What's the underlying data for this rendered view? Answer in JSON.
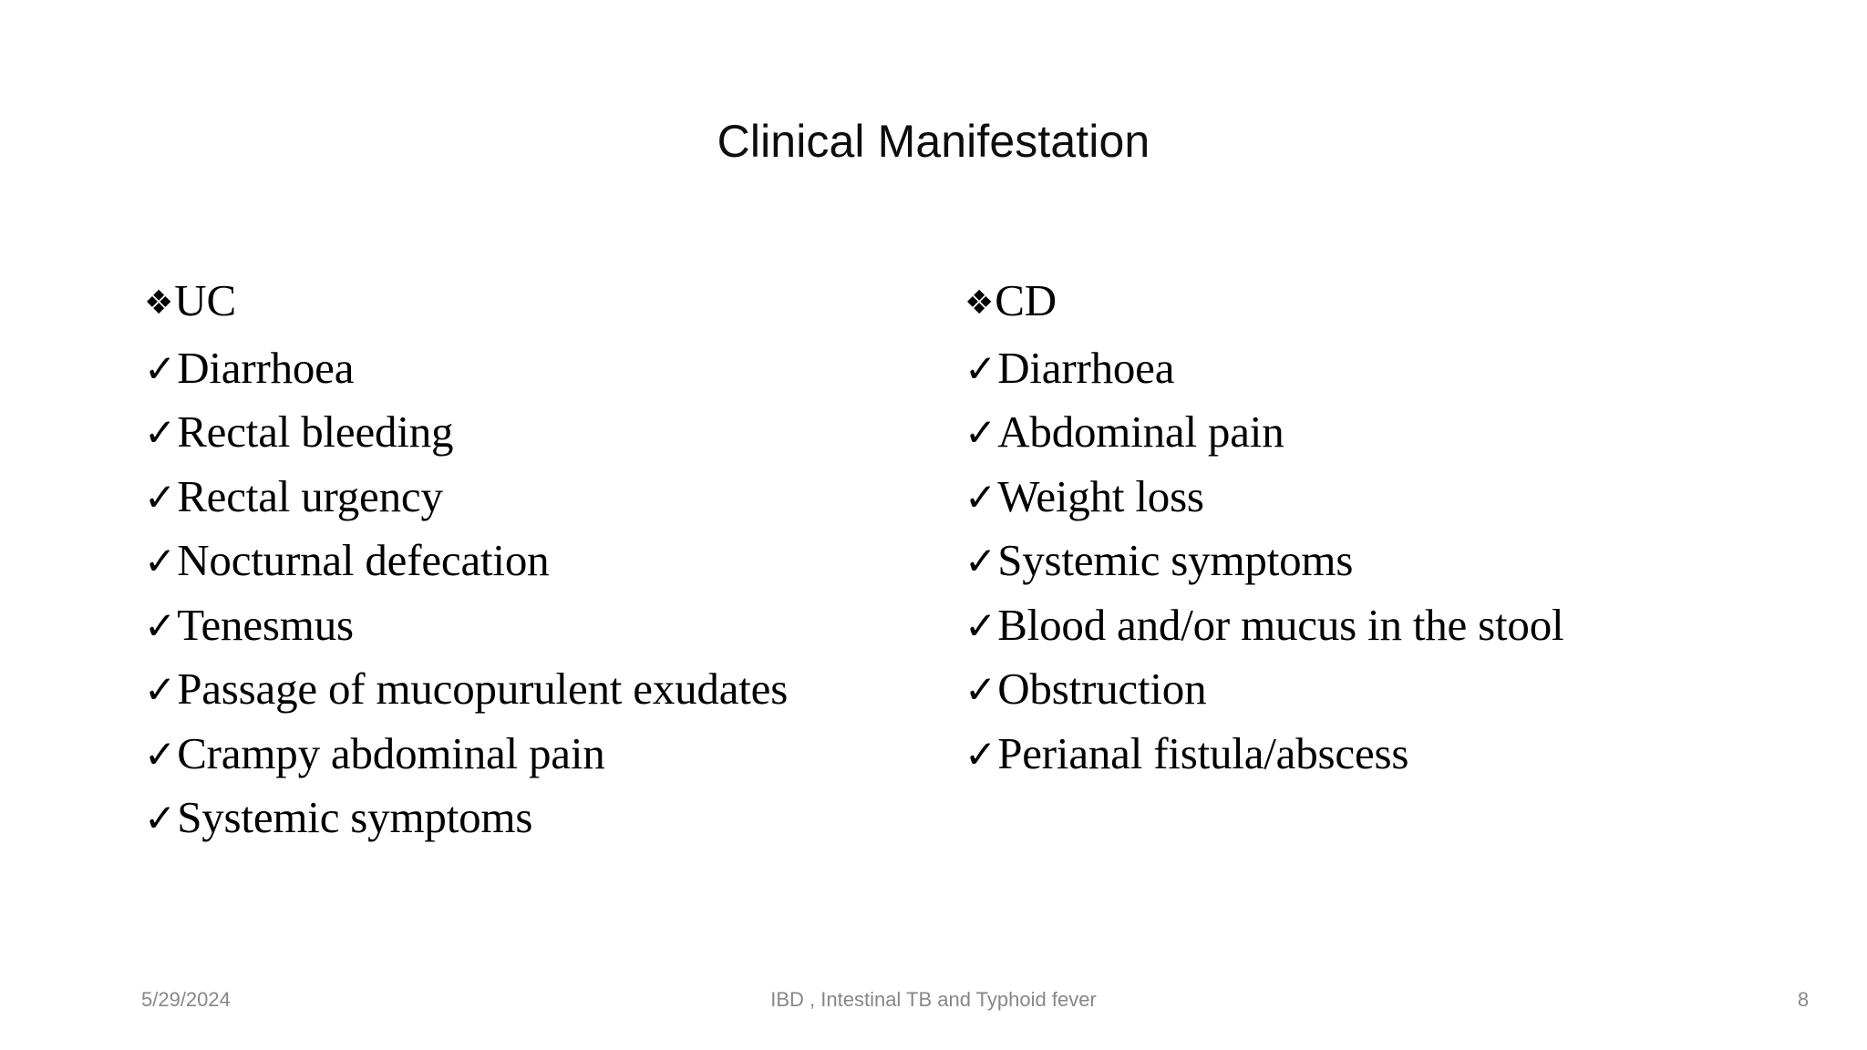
{
  "slide": {
    "title": "Clinical Manifestation",
    "background_color": "#ffffff",
    "text_color": "#000000"
  },
  "glyphs": {
    "diamond_bullet": "❖",
    "check_bullet": "✓"
  },
  "columns": [
    {
      "id": "uc",
      "header": "UC",
      "items": [
        "Diarrhoea",
        "Rectal bleeding",
        "Rectal urgency",
        "Nocturnal defecation",
        "Tenesmus",
        "Passage of mucopurulent exudates",
        "Crampy abdominal pain",
        "Systemic symptoms"
      ]
    },
    {
      "id": "cd",
      "header": "CD",
      "items": [
        "Diarrhoea",
        "Abdominal pain",
        "Weight loss",
        "Systemic symptoms",
        "Blood and/or mucus in the stool",
        "Obstruction",
        "Perianal fistula/abscess"
      ]
    }
  ],
  "footer": {
    "date": "5/29/2024",
    "center_text": "IBD , Intestinal TB and Typhoid fever",
    "page_number": "8",
    "color": "#878787"
  }
}
